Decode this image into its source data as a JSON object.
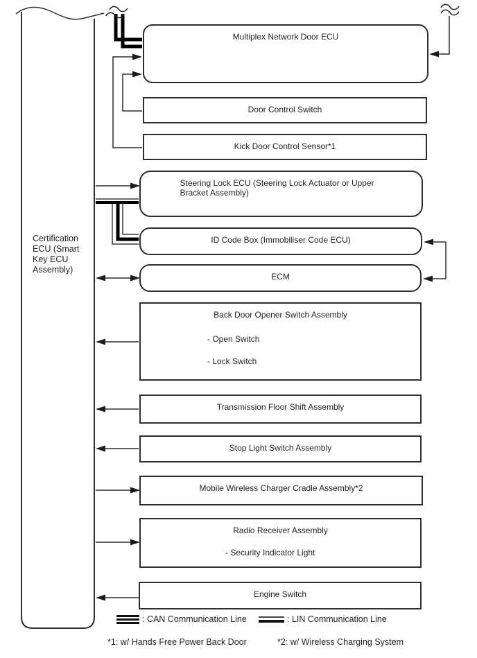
{
  "hub": {
    "label": "Certification ECU (Smart Key ECU Assembly)"
  },
  "nodes": [
    {
      "id": "multiplex-network-door-ecu",
      "title": "Multiplex Network Door ECU",
      "shape": "rounded"
    },
    {
      "id": "door-control-switch",
      "title": "Door Control Switch",
      "shape": "rect"
    },
    {
      "id": "kick-door-control-sensor",
      "title": "Kick Door Control Sensor*1",
      "shape": "rect"
    },
    {
      "id": "steering-lock-ecu",
      "title": "Steering Lock ECU (Steering Lock Actuator or Upper Bracket Assembly)",
      "shape": "rounded"
    },
    {
      "id": "id-code-box",
      "title": "ID Code Box (Immobiliser Code ECU)",
      "shape": "rounded"
    },
    {
      "id": "ecm",
      "title": "ECM",
      "shape": "rounded"
    },
    {
      "id": "back-door-opener-switch-assembly",
      "title": "Back Door Opener Switch Assembly",
      "items": [
        "- Open Switch",
        "- Lock Switch"
      ],
      "shape": "rect"
    },
    {
      "id": "transmission-floor-shift-assembly",
      "title": "Transmission Floor Shift Assembly",
      "shape": "rect"
    },
    {
      "id": "stop-light-switch-assembly",
      "title": "Stop Light Switch Assembly",
      "shape": "rect"
    },
    {
      "id": "mobile-wireless-charger-cradle-assembly",
      "title": "Mobile Wireless Charger Cradle Assembly*2",
      "shape": "rect"
    },
    {
      "id": "radio-receiver-assembly",
      "title": "Radio Receiver Assembly",
      "items": [
        "- Security Indicator Light"
      ],
      "shape": "rect"
    },
    {
      "id": "engine-switch",
      "title": "Engine Switch",
      "shape": "rect"
    }
  ],
  "connections": [
    {
      "from": "Certification ECU (Smart Key ECU Assembly)",
      "to": "Multiplex Network Door ECU",
      "type": "CAN",
      "note": "routed via break symbols at top"
    },
    {
      "from": "Door Control Switch",
      "to": "Multiplex Network Door ECU",
      "type": "wire",
      "direction": "into multiplex"
    },
    {
      "from": "Kick Door Control Sensor*1",
      "to": "Multiplex Network Door ECU",
      "type": "wire",
      "direction": "into multiplex"
    },
    {
      "from": "off-page (break)",
      "to": "Multiplex Network Door ECU",
      "type": "wire",
      "direction": "into multiplex right side"
    },
    {
      "from": "Certification ECU (Smart Key ECU Assembly)",
      "to": "Steering Lock ECU (Steering Lock Actuator or Upper Bracket Assembly)",
      "type": "wire",
      "direction": "right"
    },
    {
      "from": "Certification ECU (Smart Key ECU Assembly)",
      "to": "Steering Lock ECU / ID Code Box",
      "type": "LIN+CAN bundle",
      "direction": "right then down"
    },
    {
      "from": "Certification ECU (Smart Key ECU Assembly)",
      "to": "ECM",
      "type": "wire",
      "direction": "both"
    },
    {
      "from": "ID Code Box (Immobiliser Code ECU)",
      "to": "ECM",
      "type": "wire",
      "direction": "bracket on right, arrows into both"
    },
    {
      "from": "Back Door Opener Switch Assembly",
      "to": "Certification ECU (Smart Key ECU Assembly)",
      "type": "wire",
      "direction": "left"
    },
    {
      "from": "Transmission Floor Shift Assembly",
      "to": "Certification ECU (Smart Key ECU Assembly)",
      "type": "wire",
      "direction": "left"
    },
    {
      "from": "Stop Light Switch Assembly",
      "to": "Certification ECU (Smart Key ECU Assembly)",
      "type": "wire",
      "direction": "left"
    },
    {
      "from": "Certification ECU (Smart Key ECU Assembly)",
      "to": "Mobile Wireless Charger Cradle Assembly*2",
      "type": "wire",
      "direction": "right"
    },
    {
      "from": "Certification ECU (Smart Key ECU Assembly)",
      "to": "Radio Receiver Assembly",
      "type": "wire",
      "direction": "right"
    },
    {
      "from": "Engine Switch",
      "to": "Certification ECU (Smart Key ECU Assembly)",
      "type": "wire",
      "direction": "left"
    }
  ],
  "legend": {
    "can_label": ": CAN Communication Line",
    "lin_label": ": LIN Communication Line"
  },
  "footnotes": {
    "note1": "*1: w/ Hands Free Power Back Door",
    "note2": "*2: w/ Wireless Charging System"
  },
  "colors": {
    "line": "#2b2b2b",
    "thick_line": "#000000",
    "background": "#ffffff"
  }
}
